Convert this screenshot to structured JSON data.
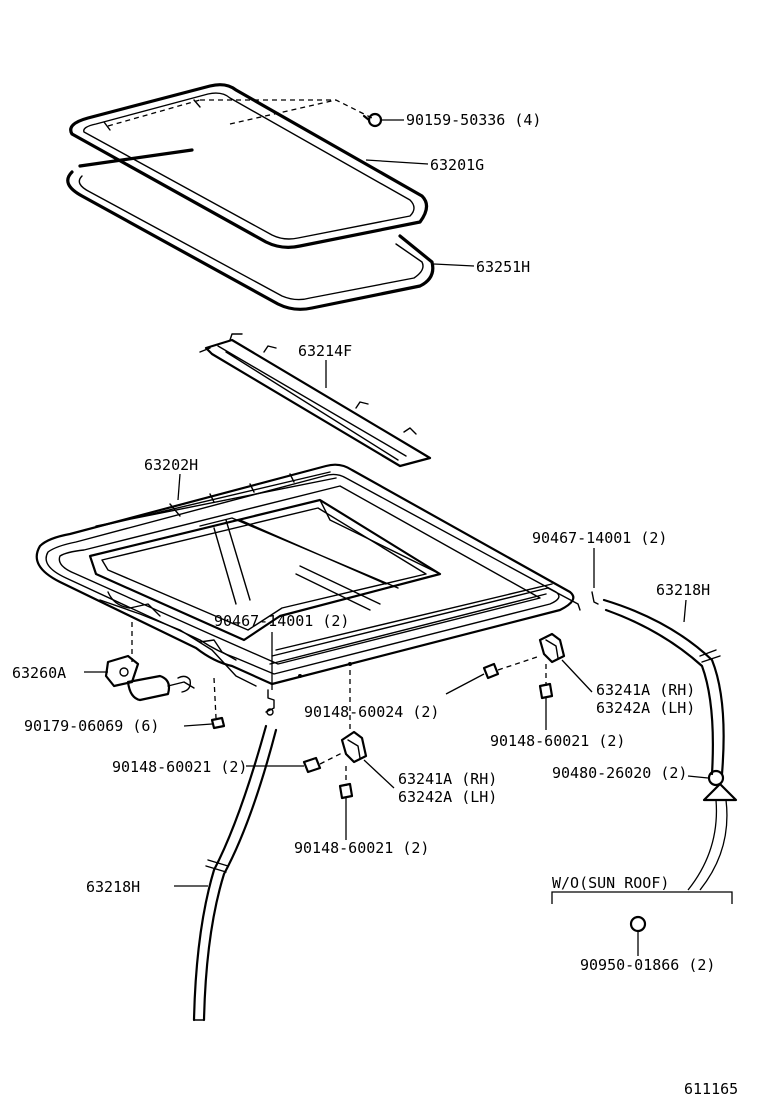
{
  "labels": {
    "bolt_glass": "90159-50336 (4)",
    "glass_panel": "63201G",
    "weatherstrip": "63251H",
    "deflector": "63214F",
    "housing": "63202H",
    "clip_top_right": "90467-14001 (2)",
    "drain_hose_right": "63218H",
    "clip_center": "90467-14001 (2)",
    "motor": "63260A",
    "screw_motor": "90179-06069 (6)",
    "screw_bracket_r_h": "90148-60024 (2)",
    "bracket_r_rh": "63241A (RH)",
    "bracket_r_lh": "63242A (LH)",
    "screw_bracket_r_v": "90148-60021 (2)",
    "screw_bracket_l_h": "90148-60021 (2)",
    "bracket_l_rh": "63241A (RH)",
    "bracket_l_lh": "63242A (LH)",
    "screw_bracket_l_v": "90148-60021 (2)",
    "drain_hose_left": "63218H",
    "clamp_hose": "90480-26020 (2)",
    "variant_note": "W/O(SUN ROOF)",
    "plug": "90950-01866 (2)",
    "diagram_number": "611165"
  }
}
